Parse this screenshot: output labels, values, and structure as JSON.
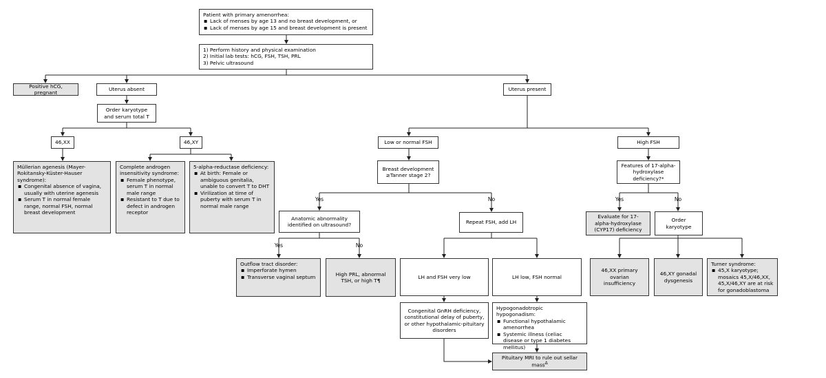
{
  "start": {
    "title": "Patient with primary amenorrhea:",
    "items": [
      "Lack of menses by age 13 and no breast development, or",
      "Lack of menses by age 15 and breast development is present"
    ]
  },
  "workup": {
    "lines": [
      "1) Perform history and physical examination",
      "2) Initial lab tests: hCG, FSH, TSH, PRL",
      "3) Pelvic ultrasound"
    ]
  },
  "positive_hcg": "Positive hCG, pregnant",
  "uterus_absent": "Uterus absent",
  "uterus_present": "Uterus present",
  "karyotype_t": "Order karyotype and serum total T",
  "k46xx": "46,XX",
  "k46xy": "46,XY",
  "mullerian": {
    "title": "Müllerian agenesis (Mayer-Rokitansky-Küster-Hauser syndrome):",
    "items": [
      "Congenital absence of vagina, usually with uterine agenesis",
      "Serum T in normal female range, normal FSH, normal breast development"
    ]
  },
  "cais": {
    "title": "Complete androgen insensitivity syndrome:",
    "items": [
      "Female phenotype, serum T in normal male range",
      "Resistant to T due to defect in androgen receptor"
    ]
  },
  "five_ard": {
    "title": "5-alpha-reductase deficiency:",
    "items": [
      "At birth: Female or ambiguous genitalia, unable to convert T to DHT",
      "Virilization at time of puberty with serum T in normal male range"
    ]
  },
  "low_fsh": "Low or normal FSH",
  "high_fsh": "High FSH",
  "breast_dev": "Breast development ≥Tanner stage 2?",
  "features_17": "Features of 17-alpha-hydroxylase deficiency?*",
  "anatomic": "Anatomic abnormality identified on ultrasound?",
  "repeat_fsh": "Repeat FSH, add LH",
  "evaluate_17": "Evaluate for 17-alpha-hydroxylase (CYP17) deficiency",
  "order_karyotype": "Order karyotype",
  "outflow": {
    "title": "Outflow tract disorder:",
    "items": [
      "Imperforate hymen",
      "Transverse vaginal septum"
    ]
  },
  "high_prl": "High PRL, abnormal TSH, or high T¶",
  "lh_fsh_low": "LH and FSH very low",
  "lh_low_fsh_normal": "LH low, FSH normal",
  "poi": "46,XX primary ovarian insufficiency",
  "gonadal": "46,XY gonadal dysgenesis",
  "turner": {
    "title": "Turner syndrome:",
    "items": [
      "45,X karyotype; mosaics 45,X/46,XX, 45,X/46,XY are at risk for gonadoblastoma"
    ]
  },
  "congenital_gnrh": "Congenital GnRH deficiency, constitutional delay of puberty, or other hypothalamic-pituitary disorders",
  "hypogonadotropic": {
    "title": "Hypogonadotropic hypogonadism:",
    "items": [
      "Functional hypothalamic amenorrhea",
      "Systemic illness (celiac disease or type 1 diabetes mellitus)"
    ]
  },
  "pituitary": {
    "text": "Pituitary MRI to rule out sellar mass",
    "mark": "Δ"
  },
  "labels": {
    "yes": "Yes",
    "no": "No"
  }
}
